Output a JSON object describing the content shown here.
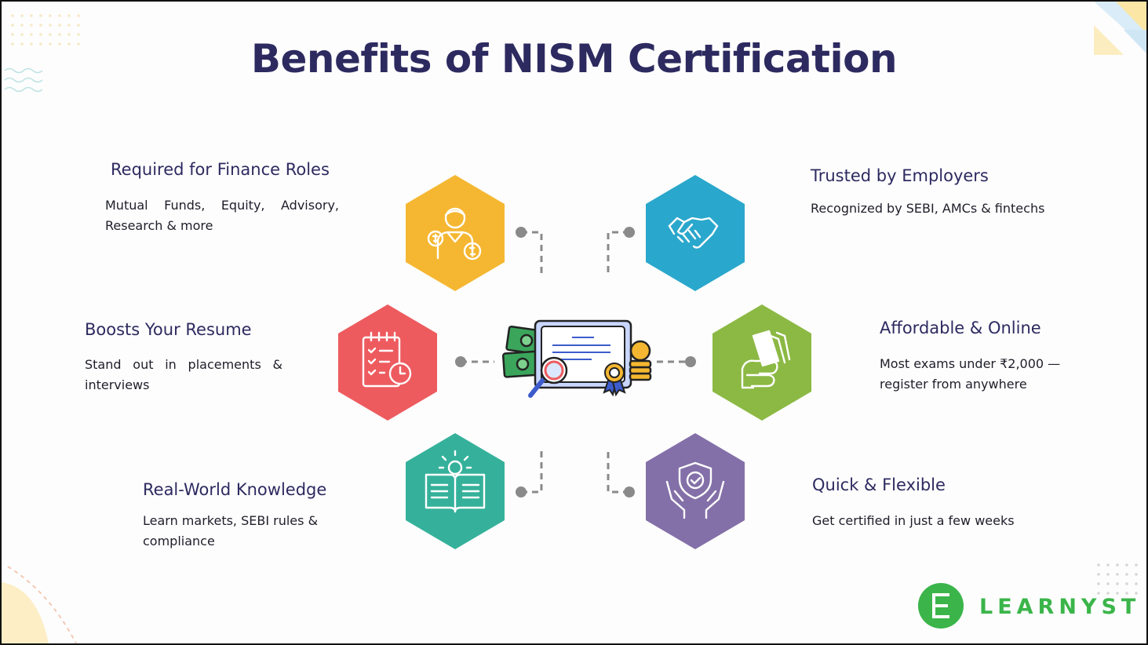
{
  "title": "Benefits of NISM Certification",
  "benefits": [
    {
      "heading": "Required for Finance Roles",
      "text": "Mutual Funds, Equity, Advisory, Research & more",
      "color": "#f5b731",
      "icon": "professional-money-icon"
    },
    {
      "heading": "Trusted by Employers",
      "text": "Recognized by SEBI, AMCs & fintechs",
      "color": "#2aa7cc",
      "icon": "handshake-icon"
    },
    {
      "heading": "Boosts Your Resume",
      "text": "Stand out in placements & interviews",
      "color": "#ed5b5f",
      "icon": "checklist-clock-icon"
    },
    {
      "heading": "Affordable & Online",
      "text": "Most exams under ₹2,000 — register from anywhere",
      "color": "#8cb944",
      "icon": "hand-cash-icon"
    },
    {
      "heading": "Real-World Knowledge",
      "text": "Learn markets, SEBI rules & compliance",
      "color": "#35b19b",
      "icon": "book-bulb-icon"
    },
    {
      "heading": "Quick & Flexible",
      "text": "Get certified in just a few weeks",
      "color": "#8470a8",
      "icon": "shield-hands-icon"
    }
  ],
  "center_icon": "certificate-money-icon",
  "brand": {
    "name": "LEARNYST",
    "color": "#3bb54a"
  }
}
